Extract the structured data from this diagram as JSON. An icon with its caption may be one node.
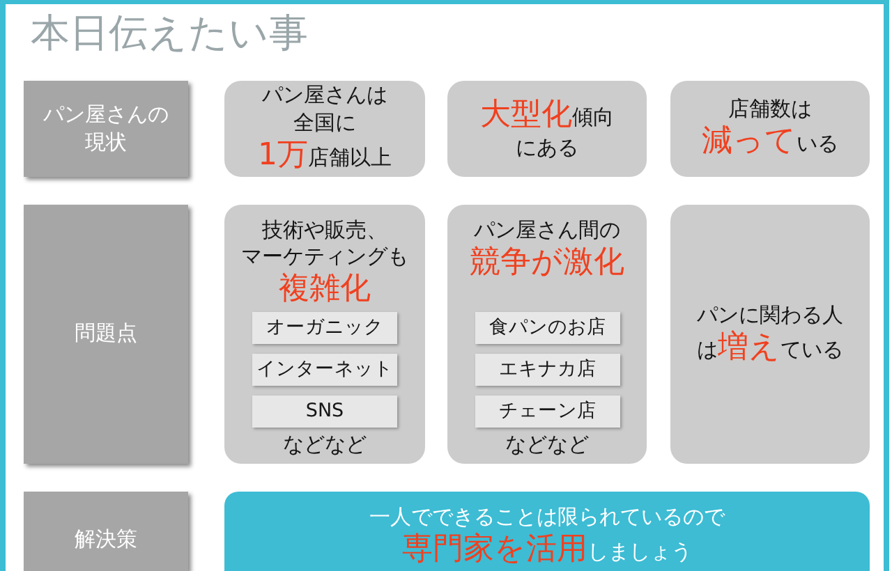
{
  "diagram": {
    "title": "本日伝えたい事",
    "nodes": [
      {
        "text": [
          "パン屋さんの現状"
        ]
      },
      {
        "text": [
          "パン屋さんは全国に**1万**店舗以上"
        ]
      },
      {
        "text": [
          "**大型化**傾向にある"
        ]
      },
      {
        "text": [
          "店舗数は**減って**いる"
        ]
      },
      {
        "text": [
          "問題点"
        ]
      },
      {
        "text": [
          "技術や販売、マーケティングも**複雑化**",
          "などなど"
        ]
      },
      {
        "text": [
          "オーガニック"
        ],
        "in": 5
      },
      {
        "text": [
          "インターネット"
        ],
        "in": 5
      },
      {
        "text": [
          "SNS"
        ],
        "in": 5
      },
      {
        "text": [
          "パン屋さん間の**競争が激化**",
          "などなど"
        ]
      },
      {
        "text": [
          "食パンのお店"
        ],
        "in": 9
      },
      {
        "text": [
          "エキナカ店"
        ],
        "in": 9
      },
      {
        "text": [
          "チェーン店"
        ],
        "in": 9
      },
      {
        "text": [
          "パンに関わる人は**増え**ている"
        ]
      },
      {
        "text": [
          "解決策"
        ]
      },
      {
        "text": [
          "一人でできることは限られているので**専門家を活用**しましょう"
        ]
      }
    ]
  }
}
